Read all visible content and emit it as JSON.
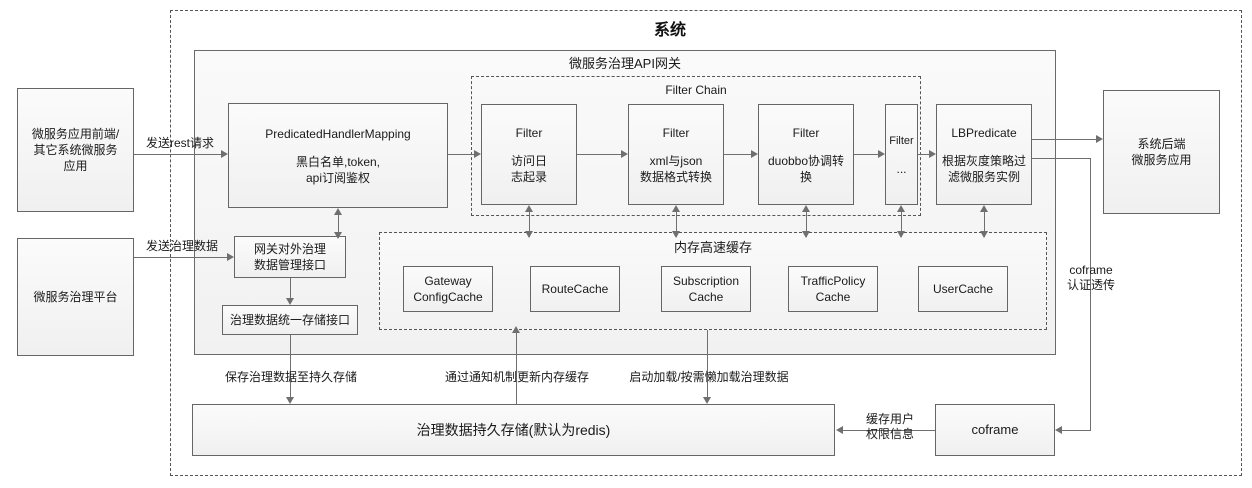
{
  "diagram": {
    "title": "系统",
    "outer_boundary_style": "dashed"
  },
  "external": {
    "frontend_box": "微服务应用前端/\n其它系统微服务\n应用",
    "frontend_line1": "微服务应用前端/",
    "frontend_line2": "其它系统微服务",
    "frontend_line3": "应用",
    "platform_box": "微服务治理平台",
    "backend_line1": "系统后端",
    "backend_line2": "微服务应用"
  },
  "gateway": {
    "title": "微服务治理API网关",
    "handler": {
      "title": "PredicatedHandlerMapping",
      "sub_line1": "黑白名单,token,",
      "sub_line2": "api订阅鉴权"
    },
    "filter_chain": {
      "title": "Filter Chain",
      "filters": [
        {
          "title": "Filter",
          "sub_line1": "访问日",
          "sub_line2": "志起录"
        },
        {
          "title": "Filter",
          "sub_line1": "xml与json",
          "sub_line2": "数据格式转换"
        },
        {
          "title": "Filter",
          "sub_line1": "duobbo协调转",
          "sub_line2": "换"
        },
        {
          "title": "Filter",
          "sub_line1": "...",
          "sub_line2": ""
        }
      ]
    },
    "lb_predicate": {
      "title": "LBPredicate",
      "sub_line1": "根据灰度策略过",
      "sub_line2": "滤微服务实例"
    },
    "admin_api": {
      "line1": "网关对外治理",
      "line2": "数据管理接口"
    },
    "storage_api": {
      "line1": "治理数据统一存储接口"
    },
    "cache": {
      "title": "内存高速缓存",
      "items": [
        {
          "line1": "Gateway",
          "line2": "ConfigCache"
        },
        {
          "line1": "RouteCache",
          "line2": ""
        },
        {
          "line1": "Subscription",
          "line2": "Cache"
        },
        {
          "line1": "TrafficPolicy",
          "line2": "Cache"
        },
        {
          "line1": "UserCache",
          "line2": ""
        }
      ]
    }
  },
  "persistence": {
    "store_box": "治理数据持久存储(默认为redis)",
    "coframe_box": "coframe"
  },
  "edge_labels": {
    "rest_request": "发送rest请求",
    "governance_data": "发送治理数据",
    "save_to_store": "保存治理数据至持久存储",
    "notify_update_cache": "通过通知机制更新内存缓存",
    "startup_lazy_load": "启动加载/按需懒加载治理数据",
    "cache_user_perm_line1": "缓存用户",
    "cache_user_perm_line2": "权限信息",
    "coframe_auth_line1": "coframe",
    "coframe_auth_line2": "认证透传"
  },
  "colors": {
    "box_border": "#666666",
    "box_fill_top": "#fbfbfb",
    "box_fill_bottom": "#f0f0f0",
    "line": "#6f6f6f",
    "dashed": "#555555",
    "text": "#1a1a1a",
    "background": "#ffffff"
  }
}
